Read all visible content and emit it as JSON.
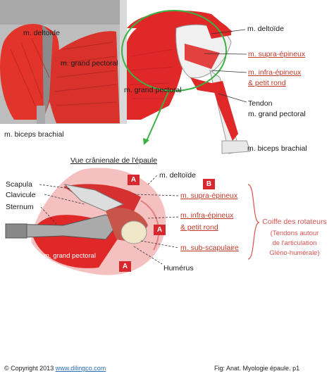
{
  "top_panel": {
    "deltoid_left": "m. deltoïde",
    "pectoral_left": "m. grand pectoral",
    "pectoral_middle": "m. grand pectoral",
    "biceps_left": "m. biceps brachial",
    "deltoid_right": "m. deltoïde",
    "supra": "m. supra-épineux",
    "infra_line1": "m. infra-épineux",
    "infra_line2": "& petit rond",
    "tendon": "Tendon",
    "pectoral_right": "m. grand pectoral",
    "biceps_right": "m. biceps brachial"
  },
  "section_title": "Vue crânienale de l'épaule",
  "bottom_panel": {
    "deltoid": "m. deltoïde",
    "scapula": "Scapula",
    "clavicule": "Clavicule",
    "sternum": "Sternum",
    "supra": "m. supra-épineux",
    "infra_line1": "m. infra-épineux",
    "infra_line2": "& petit rond",
    "sub": "m. sub-scapulaire",
    "humerus": "Humérus",
    "pectoral": "m. grand pectoral",
    "badges": [
      "A",
      "B",
      "A",
      "A"
    ]
  },
  "cuff": {
    "title": "Coiffe des rotateurs",
    "line1": "(Tendons autour",
    "line2": "de l'articulation",
    "line3": "Gléno-humérale)"
  },
  "footer": {
    "copyright": "Copyright 2013",
    "site": "www.dilingco.com",
    "caption": "Fig:  Anat. Myologie épaule. p1"
  },
  "colors": {
    "muscle": "#e02828",
    "muscle_dark": "#b51b1b",
    "light_pink": "#f4b9b9",
    "bone": "#eeeeee",
    "circle": "#3cb043",
    "badge": "#d7282f",
    "cuff_text": "#d9534f"
  }
}
